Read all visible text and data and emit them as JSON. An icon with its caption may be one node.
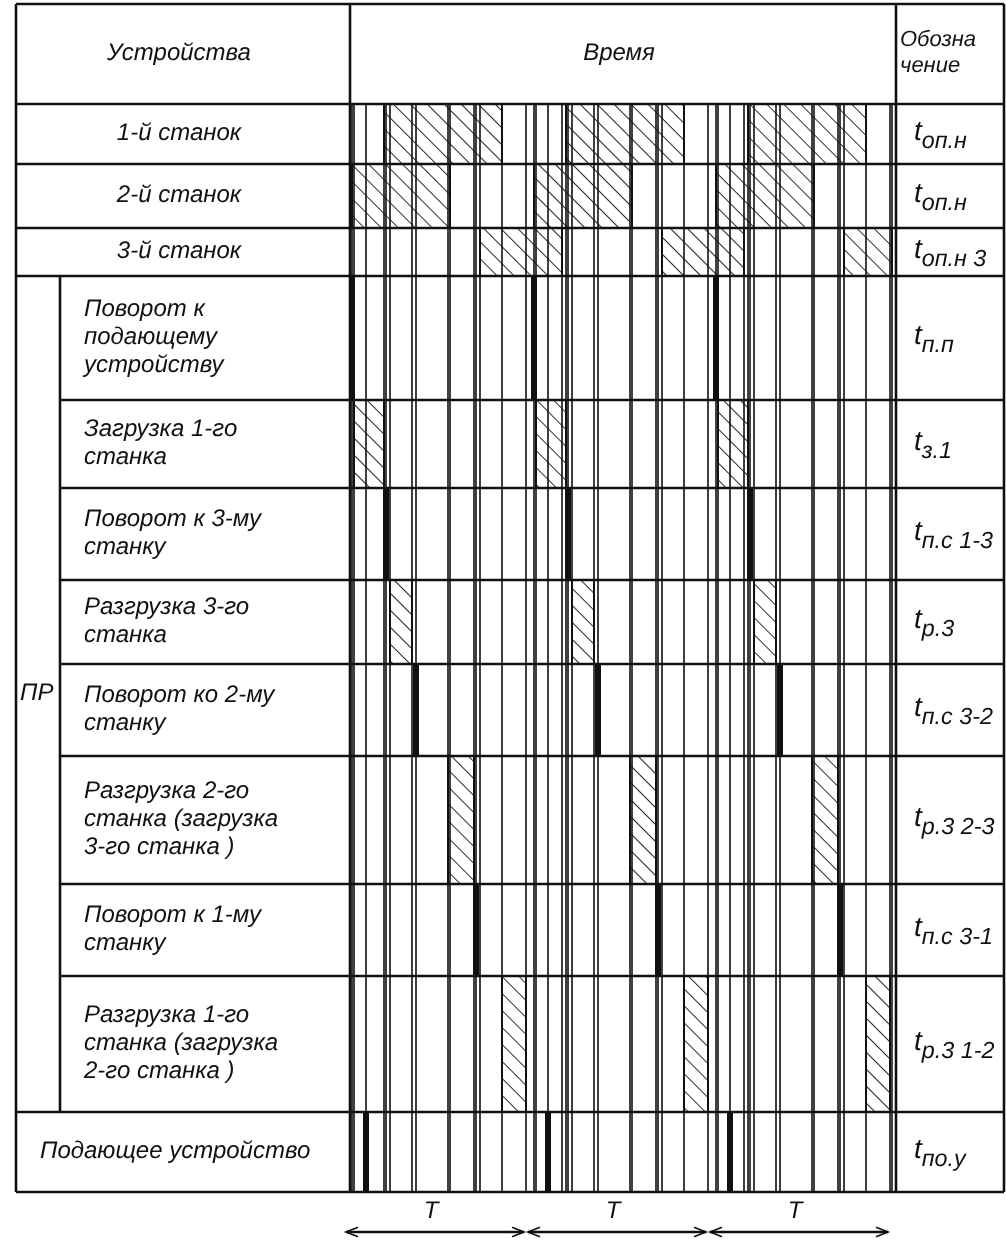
{
  "diagram": {
    "labels": [
      "Устройства",
      "Время",
      "Обозна чение",
      "1-й станок",
      "t$_{оп.н}$",
      "2-й станок",
      "t$_{оп.н}$",
      "3-й станок",
      "t$_{оп.н 3}$",
      "ПР",
      "Поворот к подающему устройству",
      "t$_{п.п}$",
      "Загрузка 1-го станка",
      "t$_{з.1}$",
      "Поворот к 3-му станку",
      "t$_{п.с 1-3}$",
      "Разгрузка 3-го станка",
      "t$_{р.3}$",
      "Поворот ко 2-му станку",
      "t$_{п.с 3-2}$",
      "Разгрузка 2-го станка (загрузка 3-го станка )",
      "t$_{р.3 2-3}$",
      "Поворот к 1-му станку",
      "t$_{п.с 3-1}$",
      "Разгрузка 1-го станка (загрузка 2-го станка )",
      "t$_{р.3 1-2}$",
      "Подающее устройство",
      "t$_{по.у}$",
      "T",
      "T",
      "T"
    ]
  }
}
